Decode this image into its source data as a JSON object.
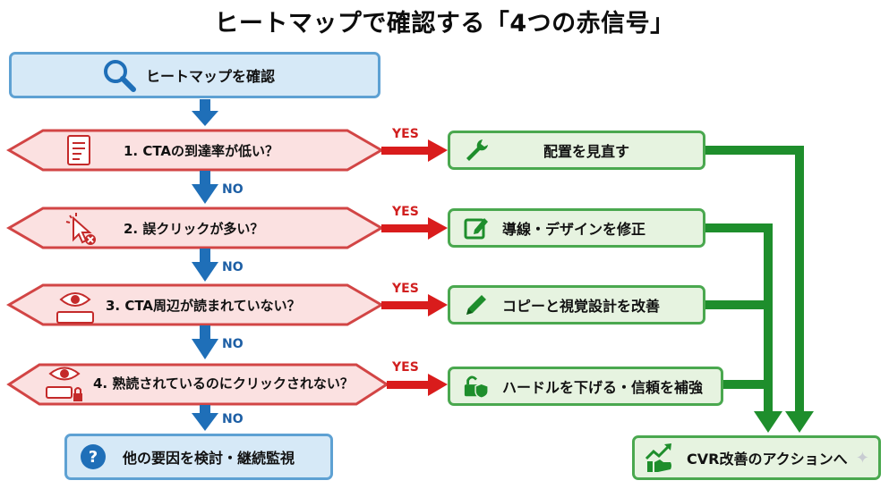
{
  "title": "ヒートマップで確認する「4つの赤信号」",
  "start": {
    "label": "ヒートマップを確認",
    "icon": "magnifier-icon"
  },
  "questions": [
    {
      "label": "1. CTAの到達率が低い？",
      "icon": "document-icon"
    },
    {
      "label": "2. 誤クリックが多い？",
      "icon": "cursor-error-icon"
    },
    {
      "label": "3. CTA周辺が読まれていない？",
      "icon": "eye-button-icon"
    },
    {
      "label": "4. 熟読されているのにクリックされない？",
      "icon": "eye-lock-icon"
    }
  ],
  "actions": [
    {
      "label": "配置を見直す",
      "icon": "wrench-icon"
    },
    {
      "label": "導線・デザインを修正",
      "icon": "edit-icon"
    },
    {
      "label": "コピーと視覚設計を改善",
      "icon": "pencil-icon"
    },
    {
      "label": "ハードルを下げる・信頼を補強",
      "icon": "unlock-shield-icon"
    }
  ],
  "yes_label": "YES",
  "no_label": "NO",
  "end": {
    "label": "他の要因を検討・継続監視",
    "icon": "question-icon"
  },
  "result": {
    "label": "CVR改善のアクションへ",
    "icon": "growth-hand-icon"
  },
  "colors": {
    "blue_fill": "#d6e9f7",
    "blue_border": "#5ea1d3",
    "blue_arrow": "#1f6fb8",
    "red_fill": "#fbe1e1",
    "red_border": "#d24545",
    "red_arrow": "#d91c1c",
    "green_fill": "#e6f3e0",
    "green_border": "#4aa84f",
    "green_arrow": "#1e8e2c"
  }
}
